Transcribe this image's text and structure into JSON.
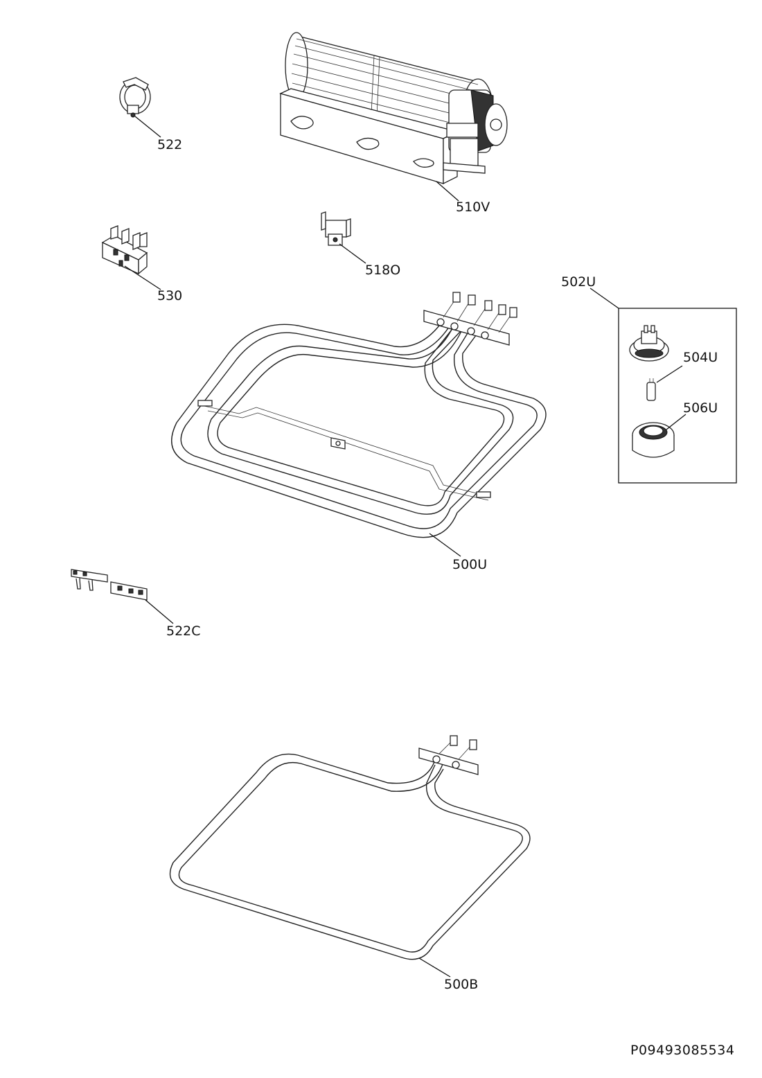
{
  "diagram": {
    "callouts": [
      {
        "id": "fan",
        "label": "510V"
      },
      {
        "id": "clip",
        "label": "522"
      },
      {
        "id": "terminal",
        "label": "530"
      },
      {
        "id": "thermostat",
        "label": "518O"
      },
      {
        "id": "lamp_group",
        "label": "502U"
      },
      {
        "id": "lamp_socket",
        "label": "504U"
      },
      {
        "id": "lamp_cover",
        "label": "506U"
      },
      {
        "id": "upper_element",
        "label": "500U"
      },
      {
        "id": "connector",
        "label": "522C"
      },
      {
        "id": "lower_element",
        "label": "500B"
      }
    ],
    "document_id": "P09493085534"
  }
}
